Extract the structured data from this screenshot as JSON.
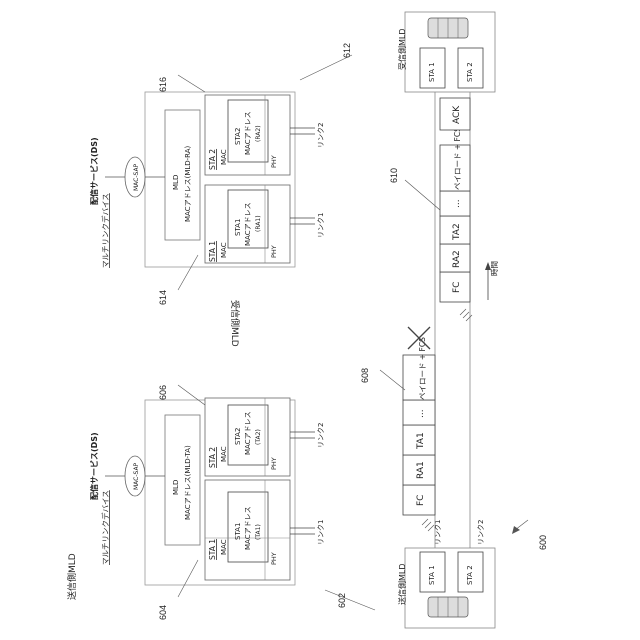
{
  "figure_number": "600",
  "labels": {
    "ref_602": "602",
    "ref_604": "604",
    "ref_606": "606",
    "ref_608": "608",
    "ref_610": "610",
    "ref_612": "612",
    "ref_614": "614",
    "ref_616": "616"
  },
  "left_device": {
    "title": "送信側MLD",
    "mld_label": "マルチリンクデバイス",
    "ds_label": "配信サービス(DS)",
    "sap_label": "MAC-SAP",
    "mld_text": "MLD",
    "mld_address": "MACアドレス(MLD-TA)",
    "sta1": {
      "name": "STA 1",
      "mac": "MAC",
      "phy": "PHY",
      "sta": "STA1",
      "addr": "MACアドレス",
      "id": "(TA1)",
      "link": "リンク1"
    },
    "sta2": {
      "name": "STA 2",
      "mac": "MAC",
      "phy": "PHY",
      "sta": "STA2",
      "addr": "MACアドレス",
      "id": "(TA2)",
      "link": "リンク2"
    }
  },
  "right_device": {
    "title": "受信側MLD",
    "mld_label": "マルチリンクデバイス",
    "ds_label": "配信サービス(DS)",
    "sap_label": "MAC-SAP",
    "mld_text": "MLD",
    "mld_address": "MACアドレス(MLD-RA)",
    "sta1": {
      "name": "STA 1",
      "mac": "MAC",
      "phy": "PHY",
      "sta": "STA1",
      "addr": "MACアドレス",
      "id": "(RA1)",
      "link": "リンク1"
    },
    "sta2": {
      "name": "STA 2",
      "mac": "MAC",
      "phy": "PHY",
      "sta": "STA2",
      "addr": "MACアドレス",
      "id": "(RA2)",
      "link": "リンク2"
    }
  },
  "tx_node": {
    "title": "送信側MLD",
    "sta1": "STA 1",
    "sta2": "STA 2",
    "link1": "リンク1",
    "link2": "リンク2"
  },
  "rx_node": {
    "title": "受信側MLD",
    "sta1": "STA 1",
    "sta2": "STA 2"
  },
  "frame_608": [
    "FC",
    "RA1",
    "TA1",
    "...",
    "ペイロード + FCS"
  ],
  "frame_610": [
    "FC",
    "RA2",
    "TA2",
    "...",
    "ペイロード + FCS"
  ],
  "ack_label": "ACK",
  "time_label": "時間"
}
